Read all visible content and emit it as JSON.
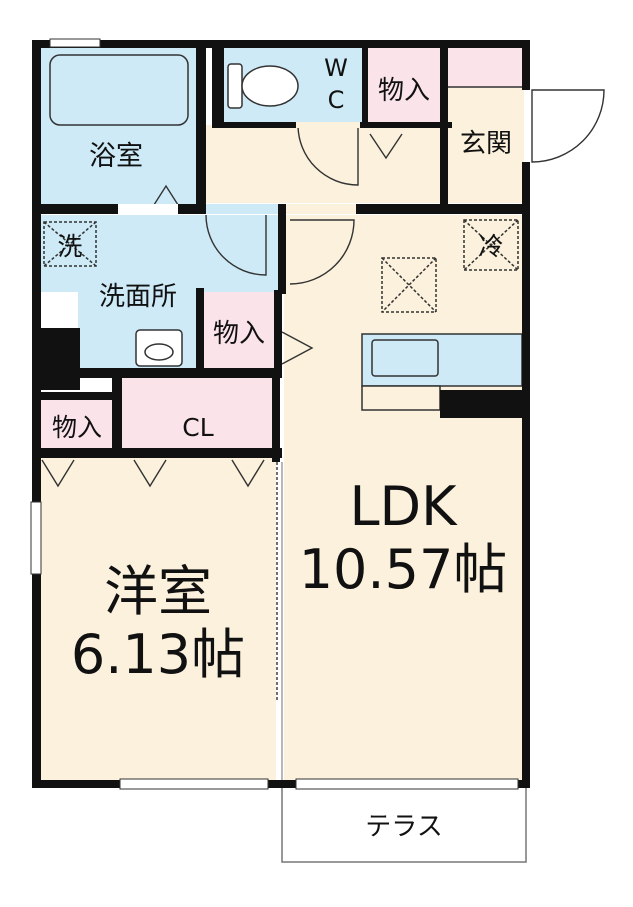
{
  "colors": {
    "wall": "#111111",
    "wet_area": "#cdeaf6",
    "living": "#fbf1dc",
    "storage": "#fbe3ea",
    "line": "#333333",
    "background": "#ffffff"
  },
  "rooms": {
    "bath": "浴室",
    "wc_w": "W",
    "wc_c": "C",
    "storage_wc": "物入",
    "entrance": "玄関",
    "washer": "洗",
    "washroom": "洗面所",
    "storage_washroom": "物入",
    "fridge": "冷",
    "storage_bedroom": "物入",
    "closet": "CL",
    "ldk_name": "LDK",
    "ldk_size": "10.57帖",
    "bedroom_name": "洋室",
    "bedroom_size": "6.13帖",
    "terrace": "テラス"
  }
}
